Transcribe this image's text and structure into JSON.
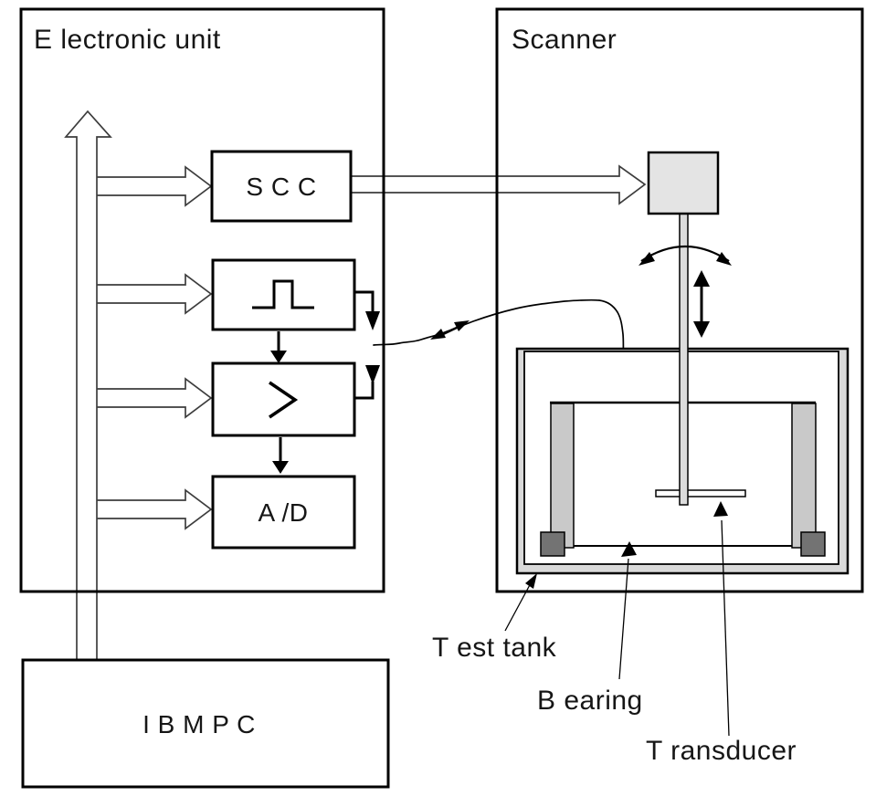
{
  "electronic_unit": {
    "label": "E lectronic unit",
    "blocks": {
      "scc": {
        "label": "S C C"
      },
      "pulse_generator": {
        "icon": "pulse-waveform-icon"
      },
      "amplifier": {
        "icon": "amplifier-chevron-icon"
      },
      "adc": {
        "label": "A /D"
      }
    }
  },
  "scanner": {
    "label": "Scanner",
    "parts": {
      "motor": "motor-block",
      "shaft": "scanner-shaft",
      "rotation": "rotation-arc-arrow-icon",
      "vertical_motion": "up-down-arrow-icon"
    },
    "annotations": {
      "test_tank": "T est tank",
      "bearing": "B earing",
      "transducer": "T ransducer"
    }
  },
  "ibm_pc": {
    "label": "I B M  P C"
  },
  "connections": {
    "pc_bus": "hollow-arrow-up",
    "scc_to_motor": "hollow-arrow-right",
    "cable": "bidirectional-signal-cable"
  },
  "colors": {
    "line": "#000000",
    "hollow_arrow": "#3d3d3d",
    "motor_fill": "#e4e4e4",
    "shaft_fill": "#dcdcdc",
    "tank_wall": "#d9d9d9",
    "bearing_column": "#c9c9c9",
    "bearing_foot": "#737373",
    "background": "#ffffff"
  }
}
